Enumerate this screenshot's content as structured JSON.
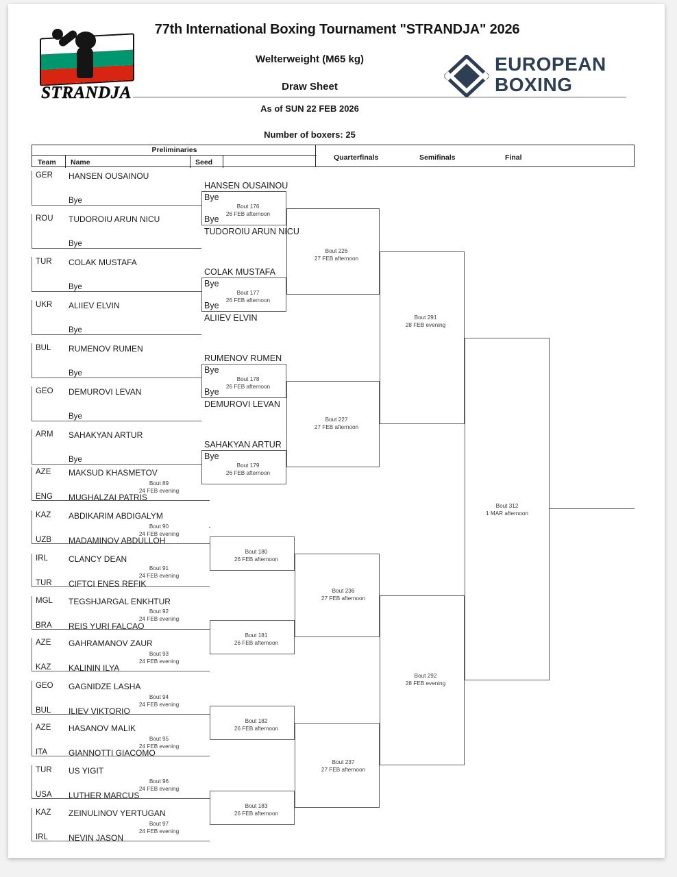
{
  "header": {
    "title": "77th International Boxing Tournament \"STRANDJA\" 2026",
    "weight_class": "Welterweight (M65 kg)",
    "doc_type": "Draw Sheet",
    "as_of": "As of SUN 22 FEB 2026",
    "boxer_count": "Number of boxers: 25",
    "logo_left_text": "STRANDJA",
    "logo_right_line1": "EUROPEAN",
    "logo_right_line2": "BOXING"
  },
  "columns": {
    "preliminaries": "Preliminaries",
    "team": "Team",
    "name": "Name",
    "seed": "Seed",
    "quarterfinals": "Quarterfinals",
    "semifinals": "Semifinals",
    "final": "Final"
  },
  "bye_label": "Bye",
  "preliminaries": [
    {
      "team": "GER",
      "name": "HANSEN OUSAINOU",
      "opponent_bye": "Bye"
    },
    {
      "team": "ROU",
      "name": "TUDOROIU ARUN NICU",
      "opponent_bye": "Bye"
    },
    {
      "team": "TUR",
      "name": "COLAK MUSTAFA",
      "opponent_bye": "Bye"
    },
    {
      "team": "UKR",
      "name": "ALIIEV ELVIN",
      "opponent_bye": "Bye"
    },
    {
      "team": "BUL",
      "name": "RUMENOV RUMEN",
      "opponent_bye": "Bye"
    },
    {
      "team": "GEO",
      "name": "DEMUROVI LEVAN",
      "opponent_bye": "Bye"
    },
    {
      "team": "ARM",
      "name": "SAHAKYAN ARTUR",
      "opponent_bye": "Bye"
    }
  ],
  "prelim_bouts": [
    {
      "bout": "Bout 89",
      "schedule": "24 FEB evening",
      "top": {
        "team": "AZE",
        "name": "MAKSUD KHASMETOV"
      },
      "bottom": {
        "team": "ENG",
        "name": "MUGHALZAI PATRIS"
      }
    },
    {
      "bout": "Bout 90",
      "schedule": "24 FEB evening",
      "top": {
        "team": "KAZ",
        "name": "ABDIKARIM ABDIGALYM"
      },
      "bottom": {
        "team": "UZB",
        "name": "MADAMINOV ABDULLOH"
      }
    },
    {
      "bout": "Bout 91",
      "schedule": "24 FEB evening",
      "top": {
        "team": "IRL",
        "name": "CLANCY DEAN"
      },
      "bottom": {
        "team": "TUR",
        "name": "CIFTCI ENES REFIK"
      }
    },
    {
      "bout": "Bout 92",
      "schedule": "24 FEB evening",
      "top": {
        "team": "MGL",
        "name": "TEGSHJARGAL ENKHTUR"
      },
      "bottom": {
        "team": "BRA",
        "name": "REIS YURI FALCAO"
      }
    },
    {
      "bout": "Bout 93",
      "schedule": "24 FEB evening",
      "top": {
        "team": "AZE",
        "name": "GAHRAMANOV ZAUR"
      },
      "bottom": {
        "team": "KAZ",
        "name": "KALININ ILYA"
      }
    },
    {
      "bout": "Bout 94",
      "schedule": "24 FEB evening",
      "top": {
        "team": "GEO",
        "name": "GAGNIDZE LASHA"
      },
      "bottom": {
        "team": "BUL",
        "name": "ILIEV VIKTORIO"
      }
    },
    {
      "bout": "Bout 95",
      "schedule": "24 FEB evening",
      "top": {
        "team": "AZE",
        "name": "HASANOV MALIK"
      },
      "bottom": {
        "team": "ITA",
        "name": "GIANNOTTI GIACOMO"
      }
    },
    {
      "bout": "Bout 96",
      "schedule": "24 FEB evening",
      "top": {
        "team": "TUR",
        "name": "US YIGIT"
      },
      "bottom": {
        "team": "USA",
        "name": "LUTHER MARCUS"
      }
    },
    {
      "bout": "Bout 97",
      "schedule": "24 FEB evening",
      "top": {
        "team": "KAZ",
        "name": "ZEINULINOV YERTUGAN"
      },
      "bottom": {
        "team": "IRL",
        "name": "NEVIN JASON"
      }
    }
  ],
  "round_of_16": [
    {
      "bout": "Bout 176",
      "schedule": "26 FEB afternoon",
      "top_name": "HANSEN OUSAINOU",
      "top_bye": "Bye",
      "bottom_bye": "Bye",
      "bottom_name": "TUDOROIU ARUN NICU"
    },
    {
      "bout": "Bout 177",
      "schedule": "26 FEB afternoon",
      "top_name": "COLAK MUSTAFA",
      "top_bye": "Bye",
      "bottom_bye": "Bye",
      "bottom_name": "ALIIEV ELVIN"
    },
    {
      "bout": "Bout 178",
      "schedule": "26 FEB afternoon",
      "top_name": "RUMENOV RUMEN",
      "top_bye": "Bye",
      "bottom_bye": "Bye",
      "bottom_name": "DEMUROVI LEVAN"
    },
    {
      "bout": "Bout 179",
      "schedule": "26 FEB afternoon",
      "top_name": "SAHAKYAN ARTUR",
      "top_bye": "Bye",
      "bottom_bye": "",
      "bottom_name": ""
    },
    {
      "bout": "Bout 180",
      "schedule": "26 FEB afternoon",
      "top_name": "",
      "top_bye": "",
      "bottom_bye": "",
      "bottom_name": ""
    },
    {
      "bout": "Bout 181",
      "schedule": "26 FEB afternoon",
      "top_name": "",
      "top_bye": "",
      "bottom_bye": "",
      "bottom_name": ""
    },
    {
      "bout": "Bout 182",
      "schedule": "26 FEB afternoon",
      "top_name": "",
      "top_bye": "",
      "bottom_bye": "",
      "bottom_name": ""
    },
    {
      "bout": "Bout 183",
      "schedule": "26 FEB afternoon",
      "top_name": "",
      "top_bye": "",
      "bottom_bye": "",
      "bottom_name": ""
    }
  ],
  "quarterfinals": [
    {
      "bout": "Bout 226",
      "schedule": "27 FEB afternoon"
    },
    {
      "bout": "Bout 227",
      "schedule": "27 FEB afternoon"
    },
    {
      "bout": "Bout 236",
      "schedule": "27 FEB afternoon"
    },
    {
      "bout": "Bout 237",
      "schedule": "27 FEB afternoon"
    }
  ],
  "semifinals": [
    {
      "bout": "Bout 291",
      "schedule": "28 FEB evening"
    },
    {
      "bout": "Bout 292",
      "schedule": "28 FEB evening"
    }
  ],
  "final": {
    "bout": "Bout 312",
    "schedule": "1 MAR afternoon"
  }
}
